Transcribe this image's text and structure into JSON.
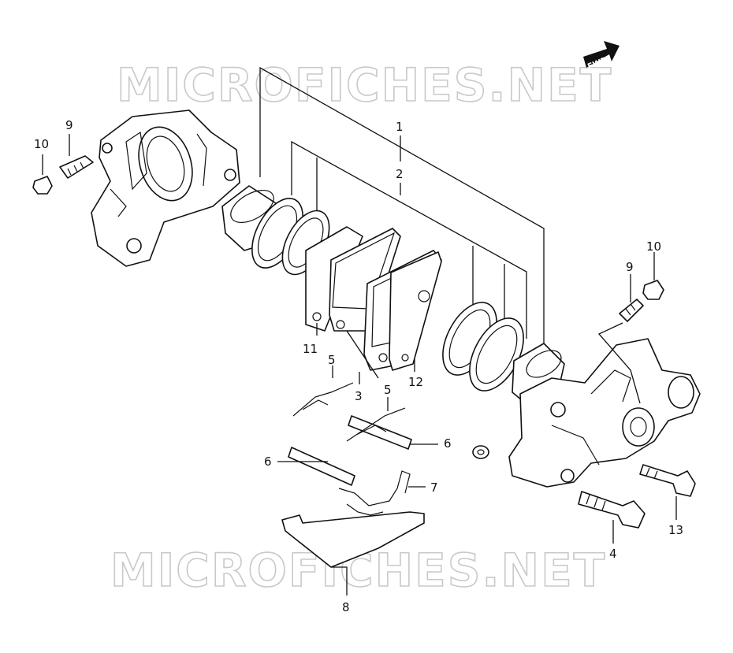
{
  "watermark": {
    "top": "MICROFICHES.NET",
    "bottom": "MICROFICHES.NET"
  },
  "direction_badge": "FWD",
  "callouts": {
    "c1": "1",
    "c2": "2",
    "c3": "3",
    "c4": "4",
    "c5a": "5",
    "c5b": "5",
    "c6a": "6",
    "c6b": "6",
    "c7": "7",
    "c8": "8",
    "c9a": "9",
    "c9b": "9",
    "c10a": "10",
    "c10b": "10",
    "c11": "11",
    "c12": "12",
    "c13": "13"
  }
}
